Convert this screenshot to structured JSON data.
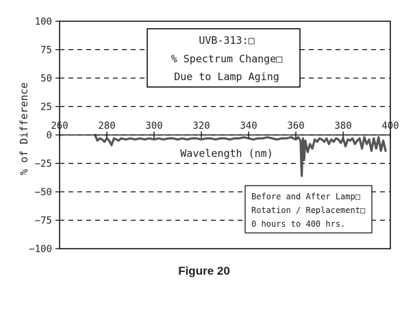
{
  "chart_data": {
    "type": "line",
    "title_lines": [
      "UVB-313:□",
      "% Spectrum Change□",
      "Due to Lamp Aging"
    ],
    "note_lines": [
      "Before and After Lamp□",
      "Rotation / Replacement□",
      "0 hours to 400 hrs."
    ],
    "xlabel": "Wavelength (nm)",
    "ylabel": "% of Difference",
    "xlim": [
      260,
      400
    ],
    "ylim": [
      -100,
      100
    ],
    "xticks": [
      260,
      280,
      300,
      320,
      340,
      360,
      380,
      400
    ],
    "yticks": [
      100,
      75,
      50,
      25,
      0,
      -25,
      -50,
      -75,
      -100
    ],
    "ytick_labels": [
      "100",
      "75",
      "50",
      "25",
      "0",
      "−25",
      "−50",
      "−75",
      "−100"
    ],
    "grid": "dashed horizontal",
    "series": [
      {
        "color": "#555555",
        "x": [
          275,
          276,
          277,
          278,
          279,
          280,
          281,
          282,
          283,
          284,
          285,
          286,
          288,
          290,
          292,
          294,
          296,
          298,
          300,
          302,
          304,
          306,
          308,
          310,
          312,
          314,
          316,
          318,
          320,
          322,
          324,
          326,
          328,
          330,
          332,
          334,
          336,
          338,
          340,
          342,
          344,
          346,
          348,
          350,
          352,
          354,
          356,
          358,
          359,
          360,
          361,
          362,
          362.5,
          363,
          363.5,
          364,
          365,
          366,
          367,
          368,
          369,
          370,
          371,
          372,
          373,
          374,
          375,
          376,
          377,
          378,
          379,
          380,
          381,
          382,
          383,
          384,
          385,
          386,
          387,
          388,
          389,
          390,
          391,
          392,
          393,
          394,
          395,
          396,
          397,
          398
        ],
        "y": [
          0,
          -5,
          -3,
          -4,
          -6,
          -3,
          -5,
          -9,
          -3,
          -4,
          -5,
          -3,
          -4,
          -3,
          -4,
          -3,
          -4,
          -3,
          -4,
          -3,
          -4,
          -3,
          -3,
          -4,
          -3,
          -4,
          -3,
          -3,
          -4,
          -3,
          -3,
          -4,
          -3,
          -3,
          -4,
          -3,
          -3,
          -2,
          -3,
          -4,
          -3,
          -3,
          -2,
          -3,
          -4,
          -3,
          -3,
          -2,
          -3,
          -4,
          -2,
          -5,
          -36,
          -3,
          -22,
          -5,
          -15,
          -8,
          -12,
          -4,
          -6,
          -3,
          -4,
          -6,
          -3,
          -8,
          -4,
          -6,
          -3,
          -4,
          -7,
          -3,
          -10,
          -4,
          -5,
          -3,
          -8,
          -5,
          -3,
          -12,
          -2,
          -8,
          -4,
          -14,
          -3,
          -12,
          -2,
          -14,
          -5,
          -14
        ]
      }
    ]
  },
  "caption": "Figure 20"
}
